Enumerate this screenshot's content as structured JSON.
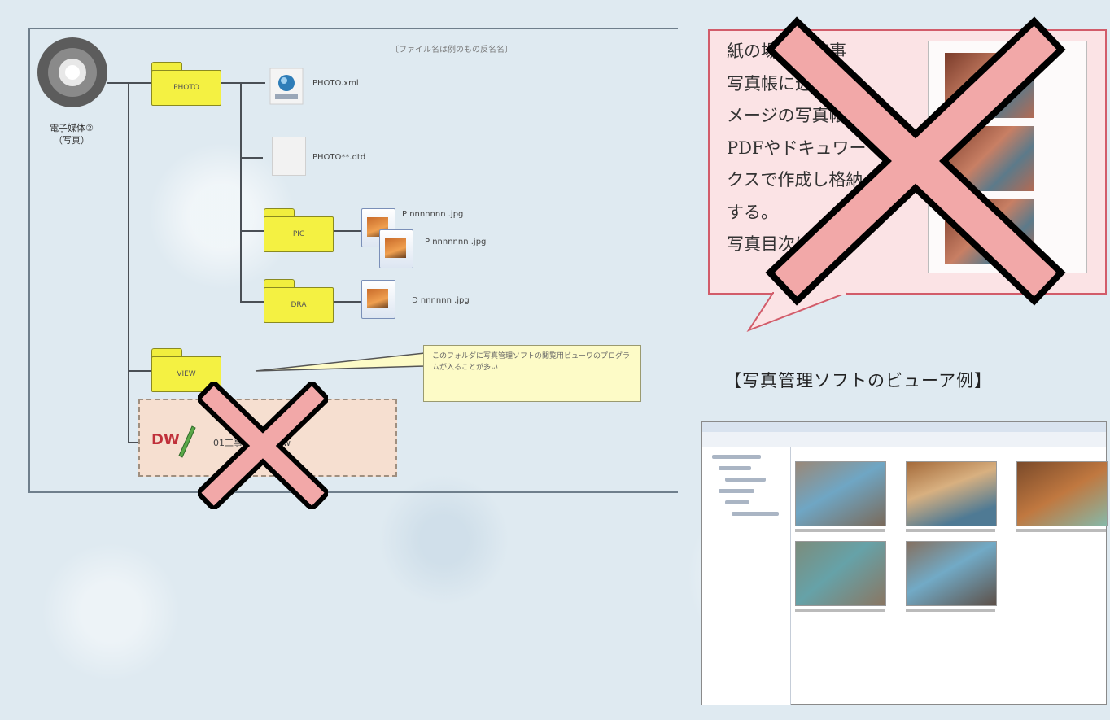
{
  "tree": {
    "disc_label_1": "電子媒体②",
    "disc_label_2": "（写真）",
    "note": "〔ファイル名は例のもの反名名〕",
    "photo_folder": "PHOTO",
    "photo_xml": "PHOTO.xml",
    "photo_dtd": "PHOTO**.dtd",
    "pic_folder": "PIC",
    "pic_file_1": "P nnnnnnn .jpg",
    "pic_file_2": "P nnnnnnn .jpg",
    "dra_folder": "DRA",
    "dra_file": "D nnnnnn .jpg",
    "view_folder": "VIEW",
    "view_callout": "このフォルダに写真管理ソフトの閲覧用ビューワのプログラムが入ることが多い",
    "dw_icon": "DW",
    "dw_file": "01工事写真帳.xdw"
  },
  "speech": {
    "lines": [
      "紙の場合の工事",
      "写真帳に近いイ",
      "メージの写真帳を",
      "PDFやドキュワー",
      "クスで作成し格納",
      "する。",
      "写真目次は不要。"
    ]
  },
  "viewer": {
    "title": "【写真管理ソフトのビューア例】"
  },
  "colors": {
    "folder": "#f4f142",
    "cross_fill": "#f2a8a8",
    "cross_stroke": "#000000",
    "speech_border": "#d25c6a"
  }
}
